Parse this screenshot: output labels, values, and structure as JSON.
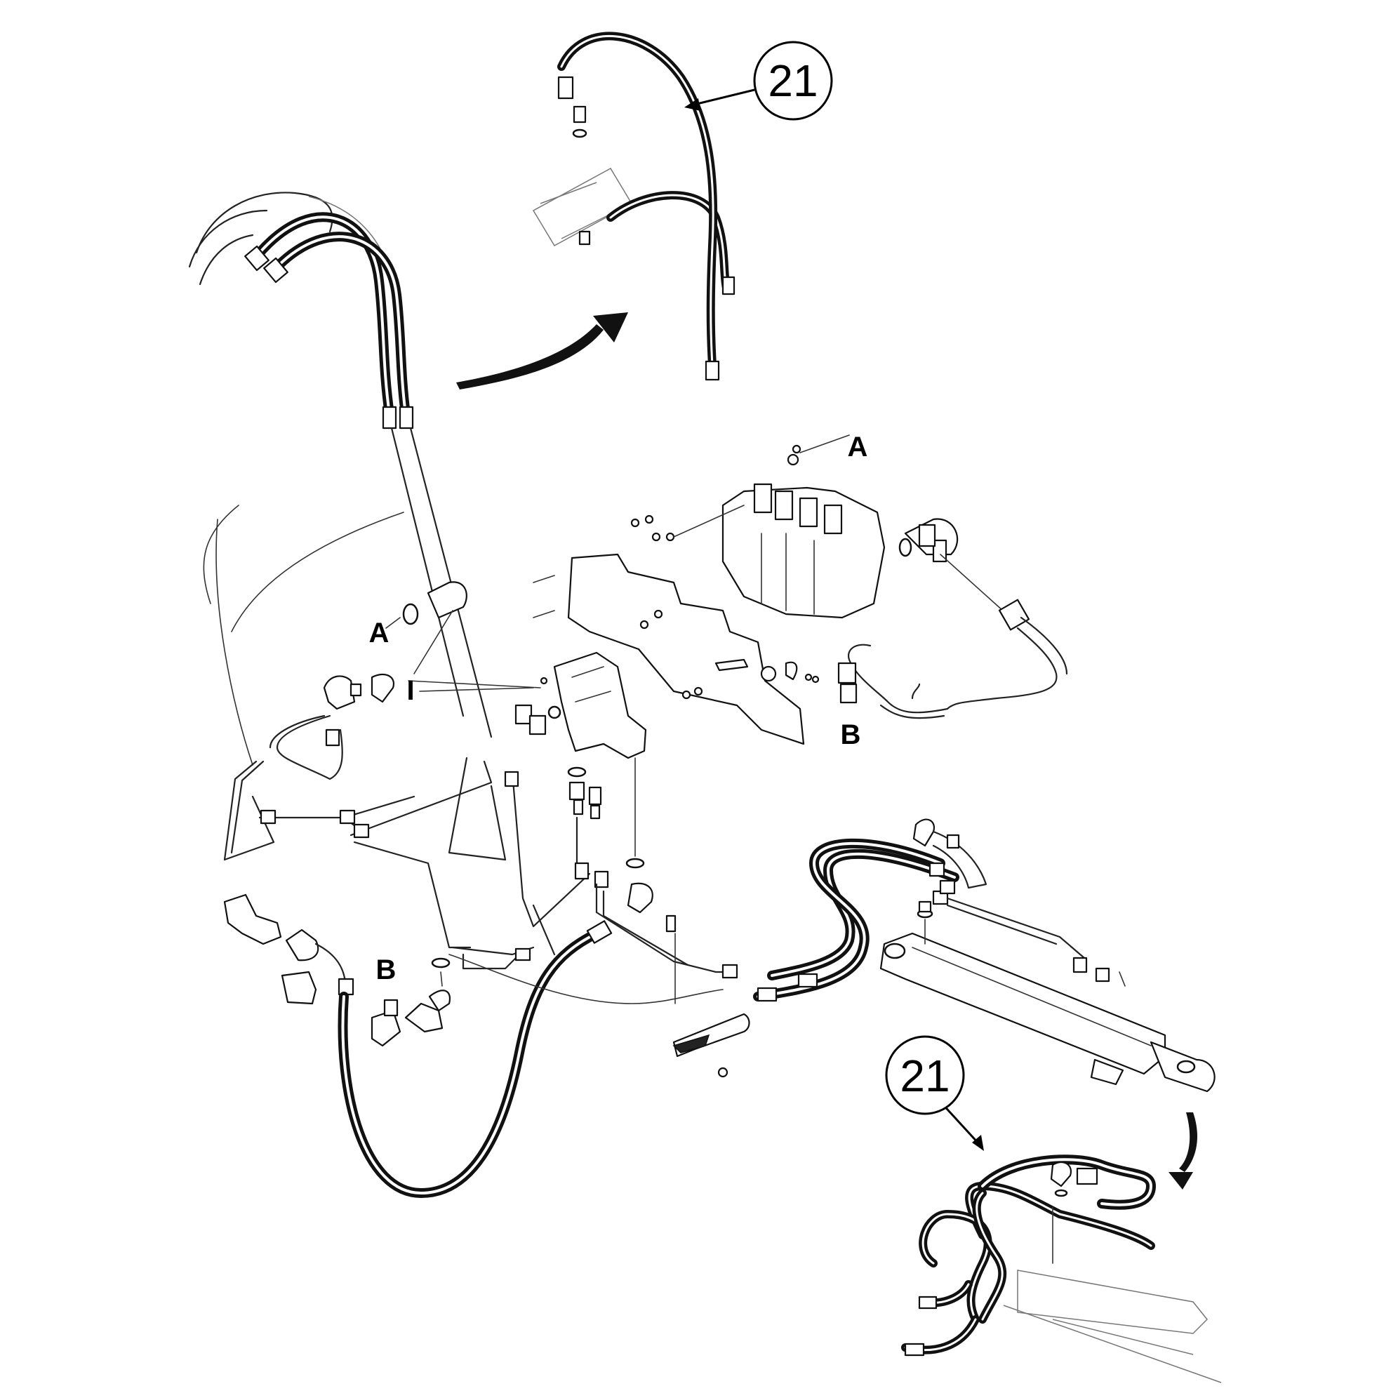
{
  "diagram": {
    "callouts": [
      {
        "label": "21"
      },
      {
        "label": "21"
      }
    ],
    "connection_letters": [
      {
        "label": "A"
      },
      {
        "label": "A"
      },
      {
        "label": "B"
      },
      {
        "label": "B"
      },
      {
        "label": "I"
      }
    ]
  }
}
